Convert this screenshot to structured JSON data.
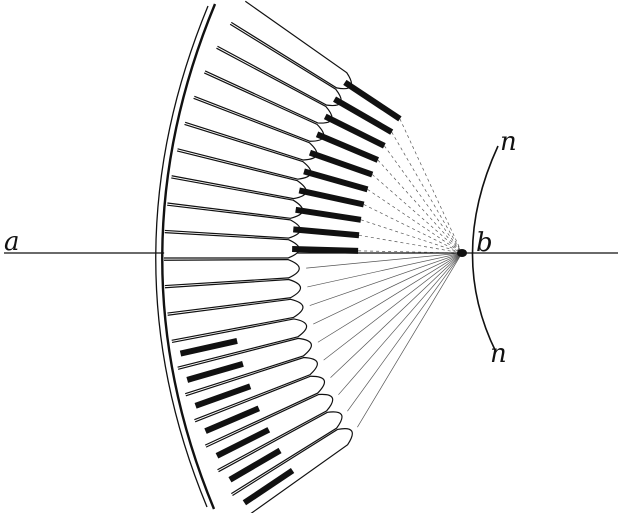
{
  "figure": {
    "labels": {
      "a": "a",
      "b": "b",
      "n_top": "n",
      "n_bottom": "n"
    }
  },
  "diagram": {
    "element_count": 20,
    "thick_elements_upper": 10,
    "thick_elements_lower": 7,
    "colors": {
      "ink": "#111111",
      "paper": "#ffffff",
      "ray": "#555555"
    }
  }
}
